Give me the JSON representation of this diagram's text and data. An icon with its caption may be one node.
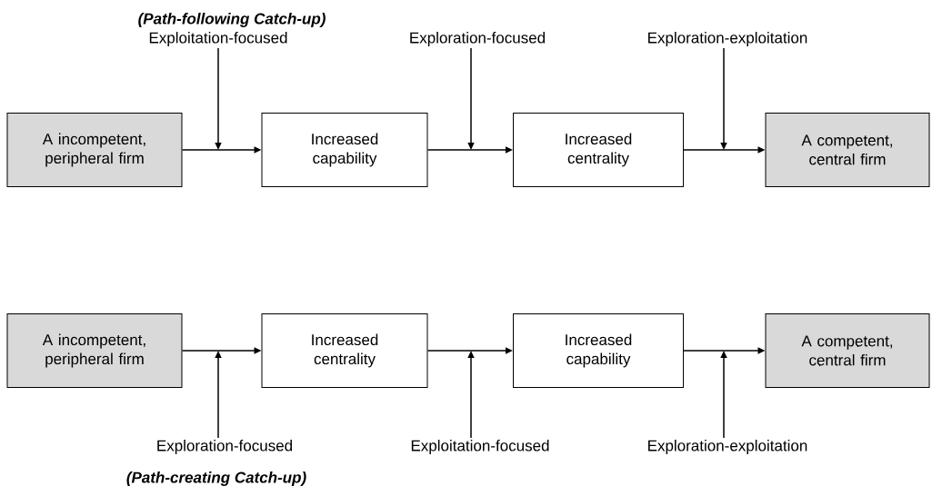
{
  "diagram": {
    "nodes": [
      {
        "text": [
          "Exploitation-focused"
        ]
      },
      {
        "text": [
          "Exploration-focused"
        ]
      },
      {
        "text": [
          "Exploration-exploitation"
        ]
      },
      {
        "text": [
          "A incompetent, peripheral firm"
        ]
      },
      {
        "text": [
          "Increased capability"
        ]
      },
      {
        "text": [
          "Increased centrality"
        ]
      },
      {
        "text": [
          "A competent, central firm"
        ]
      },
      {
        "text": [
          "A incompetent, peripheral firm"
        ]
      },
      {
        "text": [
          "Increased centrality"
        ]
      },
      {
        "text": [
          "Increased capability"
        ]
      },
      {
        "text": [
          "A competent, central firm"
        ]
      },
      {
        "text": [
          "Exploration-focused"
        ]
      },
      {
        "text": [
          "Exploitation-focused"
        ]
      },
      {
        "text": [
          "Exploration-exploitation"
        ]
      }
    ],
    "edges": [
      {
        "from": 3,
        "to": 4,
        "arrow": "to"
      },
      {
        "from": 4,
        "to": 5,
        "arrow": "to"
      },
      {
        "from": 5,
        "to": 6,
        "arrow": "to"
      },
      {
        "from": 7,
        "to": 8,
        "arrow": "to"
      },
      {
        "from": 8,
        "to": 9,
        "arrow": "to"
      },
      {
        "from": 9,
        "to": 10,
        "arrow": "to"
      },
      {
        "from": 0,
        "to": null,
        "arrow": "to"
      },
      {
        "from": 1,
        "to": null,
        "arrow": "to"
      },
      {
        "from": 2,
        "to": null,
        "arrow": "to"
      },
      {
        "from": 11,
        "to": null,
        "arrow": "to"
      },
      {
        "from": 12,
        "to": null,
        "arrow": "to"
      },
      {
        "from": 13,
        "to": null,
        "arrow": "to"
      }
    ],
    "labels": [
      "(Path-following Catch-up)",
      "(Path-creating Catch-up)"
    ]
  }
}
